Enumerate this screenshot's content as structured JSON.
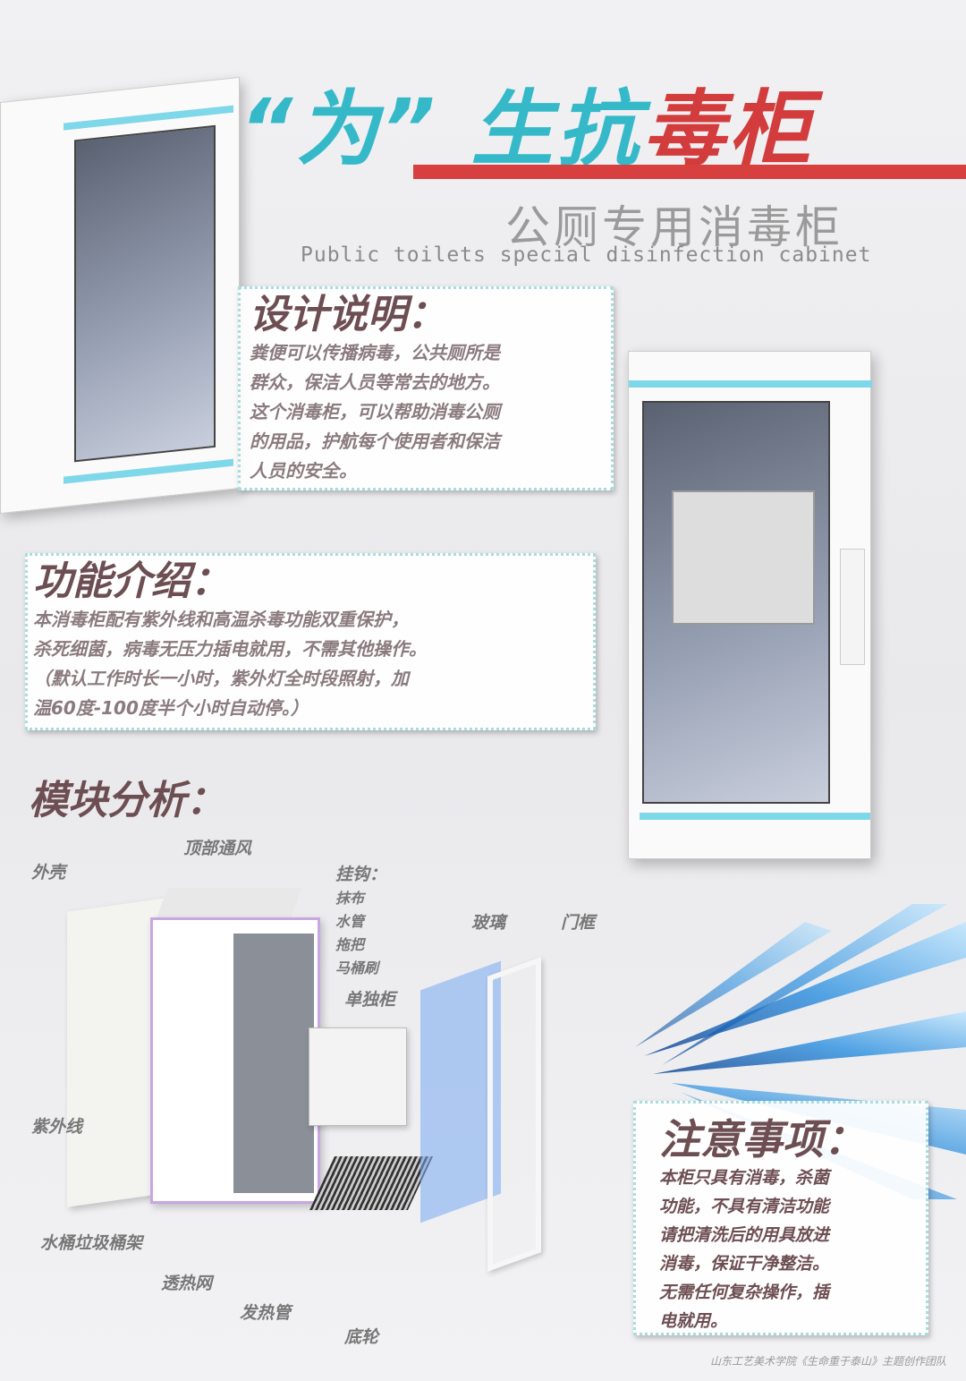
{
  "title": {
    "quote_open": "“",
    "char1": "为",
    "quote_close": "”",
    "part2": "生抗",
    "part3": "毒柜"
  },
  "subtitle": "公厕专用消毒柜",
  "subtitle_en": "Public toilets special disinfection cabinet",
  "design": {
    "heading": "设计说明：",
    "lines": [
      "粪便可以传播病毒，公共厕所是",
      "群众，保洁人员等常去的地方。",
      "这个消毒柜，可以帮助消毒公厕",
      "的用品，护航每个使用者和保洁",
      "人员的安全。"
    ]
  },
  "function": {
    "heading": "功能介绍：",
    "lines": [
      "本消毒柜配有紫外线和高温杀毒功能双重保护，",
      "杀死细菌，病毒无压力插电就用，不需其他操作。",
      "（默认工作时长一小时，紫外灯全时段照射，加",
      "温60度-100度半个小时自动停。）"
    ]
  },
  "module": {
    "heading": "模块分析：",
    "labels": {
      "shell": "外壳",
      "top_vent": "顶部通风",
      "hooks": "挂钩：",
      "rag": "抹布",
      "pipe": "水管",
      "mop": "拖把",
      "brush": "马桶刷",
      "cabinet": "单独柜",
      "glass": "玻璃",
      "frame": "门框",
      "uv": "紫外线",
      "rack": "水桶垃圾桶架",
      "mesh": "透热网",
      "heater": "发热管",
      "wheel": "底轮"
    }
  },
  "notice": {
    "heading": "注意事项：",
    "lines": [
      "本柜只具有消毒，杀菌",
      "功能，不具有清洁功能",
      "请把清洗后的用具放进",
      "消毒，保证干净整洁。",
      "无需任何复杂操作，插",
      "电就用。"
    ]
  },
  "footer": "山东工艺美术学院《生命重于泰山》主题创作团队",
  "colors": {
    "accent": "#35b9c9",
    "red": "#d84040",
    "text": "#6d4e52"
  }
}
